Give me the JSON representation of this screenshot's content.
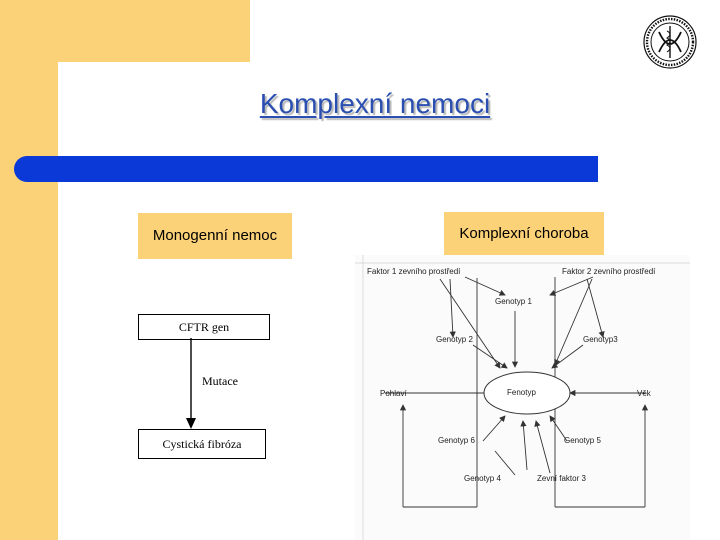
{
  "slide": {
    "title": "Komplexní nemoci"
  },
  "left": {
    "heading": "Monogenní nemoc",
    "gene": "CFTR gen",
    "arrow_label": "Mutace",
    "disease": "Cystická fibróza"
  },
  "right": {
    "heading": "Komplexní choroba",
    "diagram": {
      "factor1": "Faktor 1 zevního prostředí",
      "factor2": "Faktor 2 zevního prostředí",
      "genotype1": "Genotyp 1",
      "genotype2": "Genotyp 2",
      "genotype3": "Genotyp3",
      "sex": "Pohlaví",
      "phenotype": "Fenotyp",
      "age": "Věk",
      "genotype6": "Genotyp 6",
      "genotype5": "Genotyp 5",
      "genotype4": "Genotyp 4",
      "factor3": "Zevní faktor 3"
    }
  },
  "colors": {
    "accent_yellow": "#fcd278",
    "bar_blue": "#0a39d8",
    "title_blue": "#2a4fb0"
  },
  "icons": {
    "logo": "university-seal-icon"
  }
}
